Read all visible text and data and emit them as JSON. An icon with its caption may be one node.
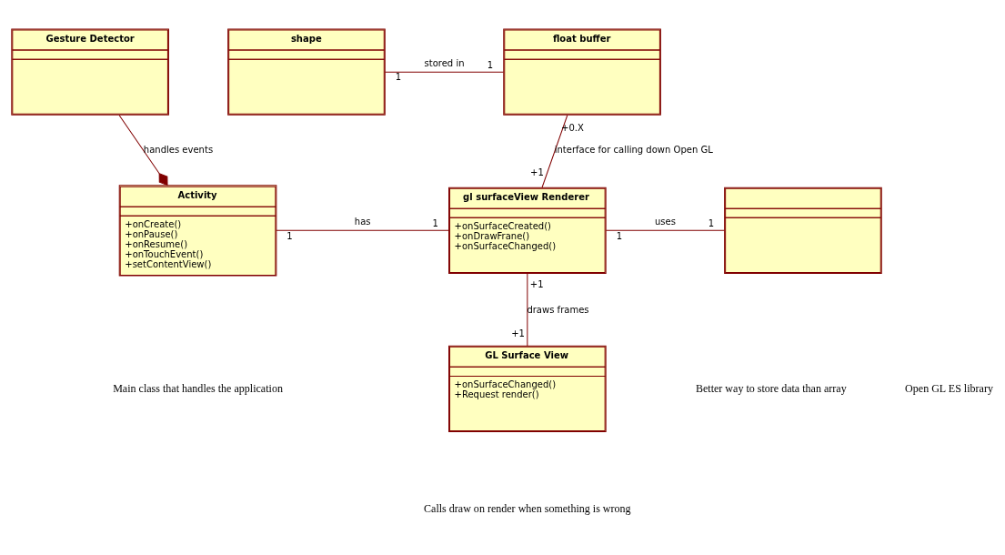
{
  "diagram": {
    "nodes": [
      {
        "text": [
          "Gesture Detector"
        ]
      },
      {
        "text": [
          "shape"
        ]
      },
      {
        "text": [
          "float buffer"
        ]
      },
      {
        "text": [
          "Activity",
          "+onCreate()",
          "+onPause()",
          "+onResume()",
          "+onTouchEvent()",
          "+setContentView()"
        ]
      },
      {
        "text": [
          "gl surfaceView Renderer",
          "+onSurfaceCreated()",
          "+onDrawFrane()",
          "+onSurfaceChanged()"
        ]
      },
      {
        "text": [],
        "shape": "box"
      },
      {
        "text": [
          "GL Surface View",
          "+onSurfaceChanged()",
          "+Request render()"
        ]
      }
    ],
    "edges": [
      {
        "from": 0,
        "to": 3,
        "arrow": "other",
        "label": "handles events"
      },
      {
        "from": 1,
        "to": 2,
        "arrow": "none",
        "label": "stored in"
      },
      {
        "from": 4,
        "to": 2,
        "arrow": "none",
        "label": "interface for calling down Open GL"
      },
      {
        "from": 3,
        "to": 4,
        "arrow": "none",
        "label": "has"
      },
      {
        "from": 4,
        "to": 5,
        "arrow": "none",
        "label": "uses"
      },
      {
        "from": 4,
        "to": 6,
        "arrow": "none",
        "label": "draws frames"
      }
    ],
    "labels": [
      "1",
      "1",
      "+0.X",
      "Better way to store data than array",
      "+1",
      "1",
      "1",
      "1",
      "1",
      "+1",
      "+1",
      "Open GL ES library",
      "Main class that handles the application",
      "Calls draw on render when something is wrong"
    ]
  }
}
